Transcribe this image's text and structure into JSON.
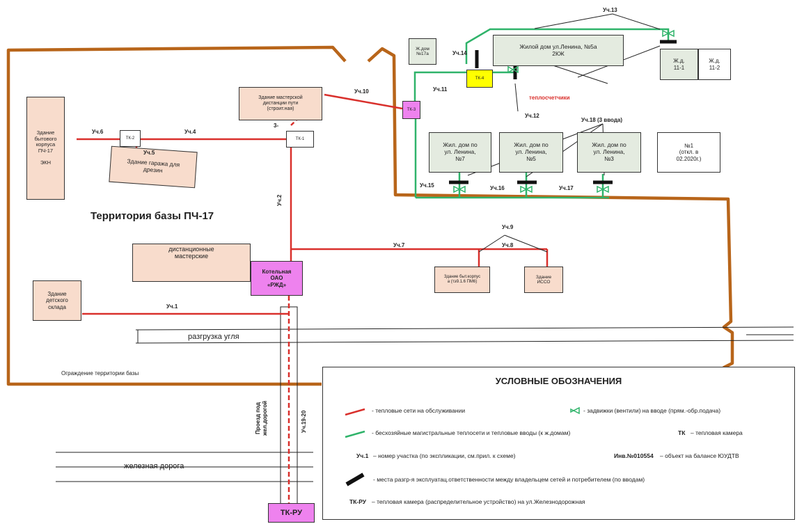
{
  "territory_label": "Территория базы ПЧ-17",
  "fence_label": "Ограждение территории базы",
  "coal_label": "разгрузка угля",
  "railway_label": "железная дорога",
  "passage_label": "Проезд под\nжел.дорогой",
  "buildings": {
    "household": "Здание\nбытового\nкорпуса\nПЧ-17\n\nЭКН",
    "garage": "Здание гаража для\nдрезин",
    "workshop": "Здание мастерской\nдистанции пути\n(строит.ная)",
    "remote_workshops": "дистанционные\nмастерские",
    "boiler": "Котельная\nОАО\n«РЖД»",
    "kindergarten": "Здание\nдетского\nсклада",
    "pch_building": "Здание быт.корпус\nа (тэ9.1.6 ПМ6)",
    "isso": "Здание\nИССО",
    "house_17a": "Ж.дом\n№17а",
    "lenin5a": "Жилой дом ул.Ленина, №5а\n2КЖ",
    "zhd11_1": "Ж.д.\n11-1",
    "zhd11_2": "Ж.д.\n11-2",
    "lenin7": "Жил. дом по\nул. Ленина,\n№7",
    "lenin5": "Жил. дом по\nул. Ленина,\n№5",
    "lenin3": "Жил. дом по\nул. Ленина,\n№3",
    "n1": "№1\n(откл. в\n02.2020г.)"
  },
  "chambers": {
    "tk1": "ТК-1",
    "tk2": "ТК-2",
    "tk3": "ТК-3",
    "tk4": "ТК-4",
    "tkru": "ТК-РУ"
  },
  "sections": {
    "u1": "Уч.1",
    "u2": "Уч.2",
    "u4": "Уч.4",
    "u5": "Уч.5",
    "u6": "Уч.6",
    "u7": "Уч.7",
    "u8": "Уч.8",
    "u9": "Уч.9",
    "u10": "Уч.10",
    "u11": "Уч.11",
    "u12": "Уч.12",
    "u13": "Уч.13",
    "u14": "Уч.14",
    "u15": "Уч.15",
    "u16": "Уч.16",
    "u17": "Уч.17",
    "u18": "Уч.18 (3 ввода)",
    "u19": "Уч.19-20",
    "u3": "3-",
    "heatmeters": "теплосчетчики"
  },
  "legend": {
    "title": "УСЛОВНЫЕ ОБОЗНАЧЕНИЯ",
    "red_line": "- тепловые сети на обслуживании",
    "valve": "- задвижки (вентили) на вводе (прям.-обр.подача)",
    "green_line": "- бесхозяйные магистральные теплосети и  тепловые вводы (к ж.домам)",
    "tk_code": "ТК",
    "tk_text": "– тепловая камера",
    "uch_code": "Уч.1",
    "uch_text": "– номер участка (по экспликации, см.прил. к схеме)",
    "inv_code": "Инв.№010554",
    "inv_text": "– объект на балансе ЮУДТВ",
    "black_text": "- места разгр-я эксплуатац.ответственности между владельцем сетей и потребителем (по вводам)",
    "tkru_code": "ТК-РУ",
    "tkru_text": "– тепловая камера (распределительное устройство) на ул.Железнодорожная"
  },
  "colors": {
    "fence": "#b8651a",
    "red_net": "#d9302c",
    "green_net": "#2fb36a",
    "peach": "#f8dccc",
    "pink": "#ee82ee",
    "yellow": "#ffff00"
  }
}
